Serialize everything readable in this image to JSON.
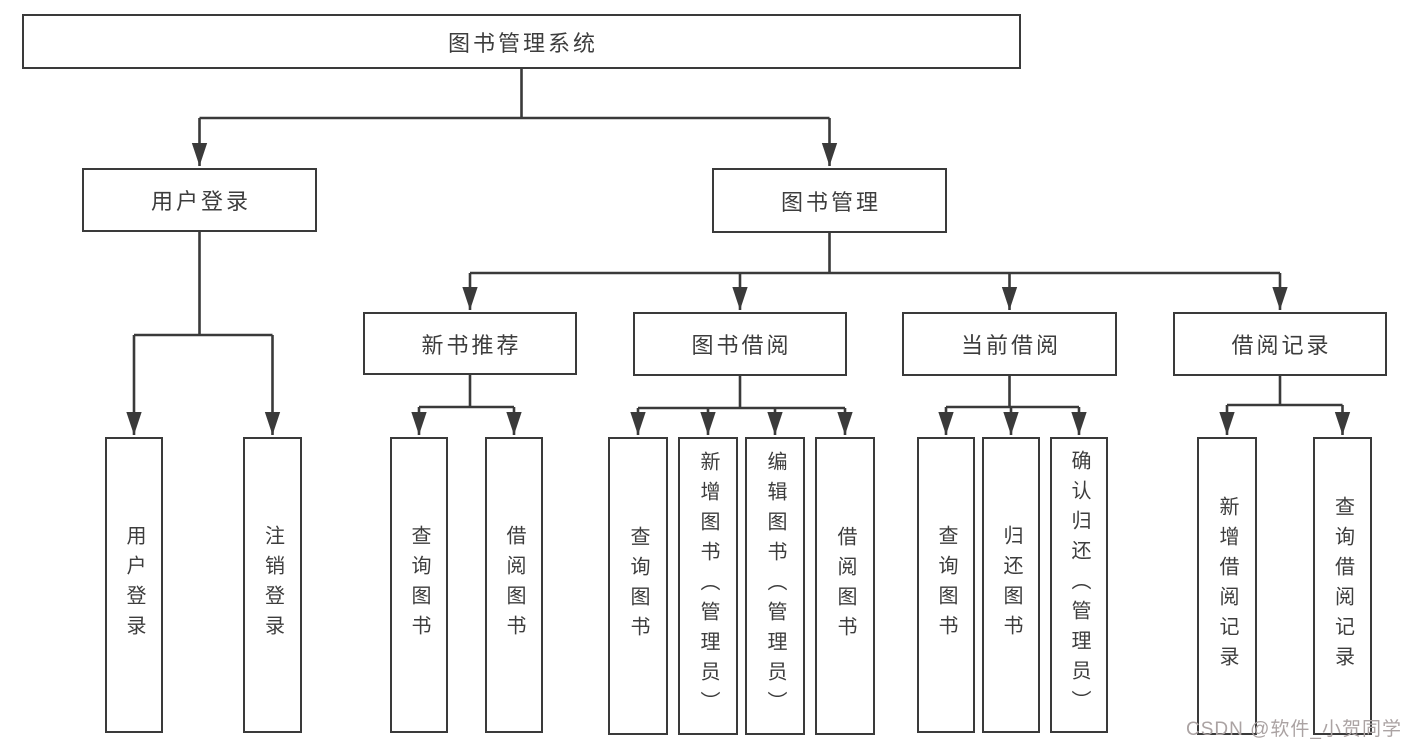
{
  "diagram": {
    "root": {
      "label": "图书管理系统"
    },
    "branches": [
      {
        "label": "用户登录",
        "children": [
          {
            "label": "用户登录"
          },
          {
            "label": "注销登录"
          }
        ]
      },
      {
        "label": "图书管理",
        "children": [
          {
            "label": "新书推荐",
            "children": [
              {
                "label": "查询图书"
              },
              {
                "label": "借阅图书"
              }
            ]
          },
          {
            "label": "图书借阅",
            "children": [
              {
                "label": "查询图书"
              },
              {
                "label": "新增图书（管理员）"
              },
              {
                "label": "编辑图书（管理员）"
              },
              {
                "label": "借阅图书"
              }
            ]
          },
          {
            "label": "当前借阅",
            "children": [
              {
                "label": "查询图书"
              },
              {
                "label": "归还图书"
              },
              {
                "label": "确认归还（管理员）"
              }
            ]
          },
          {
            "label": "借阅记录",
            "children": [
              {
                "label": "新增借阅记录"
              },
              {
                "label": "查询借阅记录"
              }
            ]
          }
        ]
      }
    ]
  },
  "watermark": {
    "text": "CSDN @软件_小贺同学"
  },
  "colors": {
    "line": "#3a3a3a",
    "text": "#3d3d3d",
    "background": "#ffffff",
    "watermark": "#aba3a3"
  }
}
